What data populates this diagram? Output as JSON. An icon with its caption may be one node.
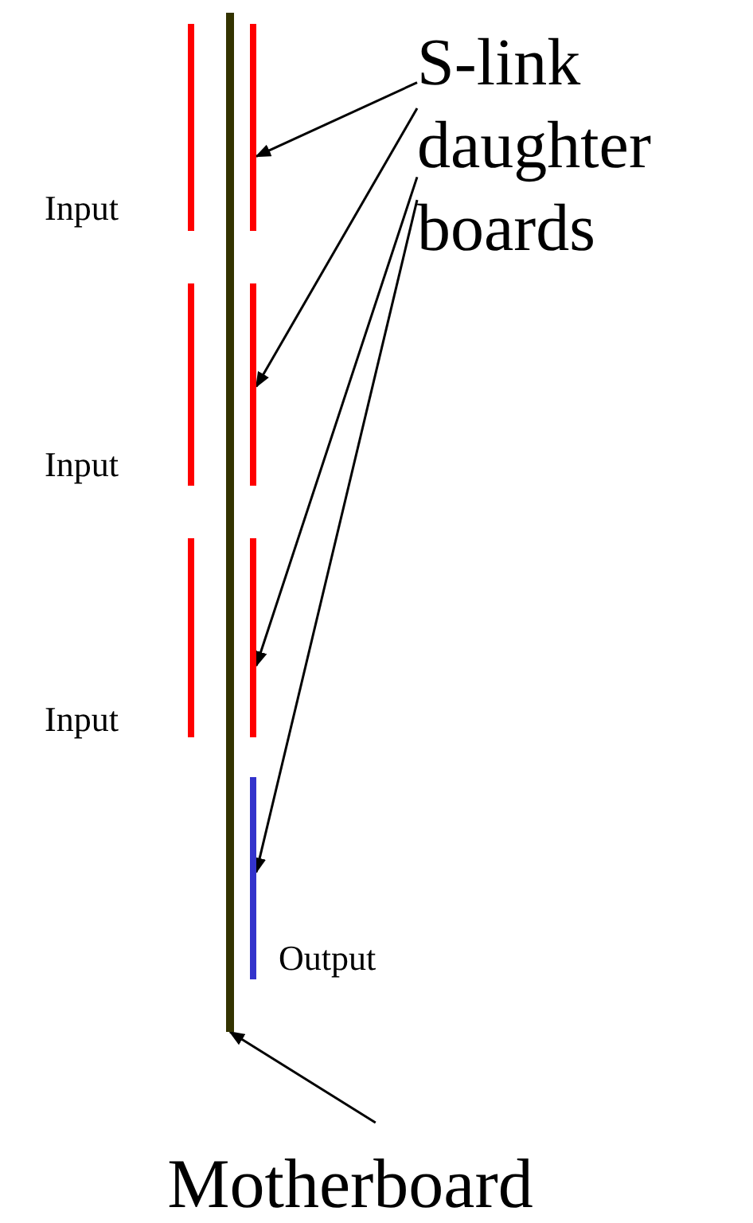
{
  "diagram": {
    "nodes": [
      {
        "text": [],
        "shape": "bar"
      },
      {
        "text": [],
        "shape": "bar",
        "beside": [
          "Input"
        ]
      },
      {
        "text": [],
        "shape": "bar"
      },
      {
        "text": [],
        "shape": "bar",
        "beside": [
          "Input"
        ]
      },
      {
        "text": [],
        "shape": "bar"
      },
      {
        "text": [],
        "shape": "bar",
        "beside": [
          "Input"
        ]
      },
      {
        "text": [],
        "shape": "bar"
      },
      {
        "text": [],
        "shape": "bar",
        "beside": [
          "Output"
        ]
      },
      {
        "text": [
          "S-link daughter boards"
        ]
      },
      {
        "text": [
          "Motherboard"
        ]
      }
    ],
    "edges": [
      {
        "from": 8,
        "to": 2,
        "arrow": "to"
      },
      {
        "from": 8,
        "to": 4,
        "arrow": "to"
      },
      {
        "from": 8,
        "to": 6,
        "arrow": "to"
      },
      {
        "from": 8,
        "to": 7,
        "arrow": "to"
      },
      {
        "from": 9,
        "to": 0,
        "arrow": "to"
      }
    ]
  }
}
